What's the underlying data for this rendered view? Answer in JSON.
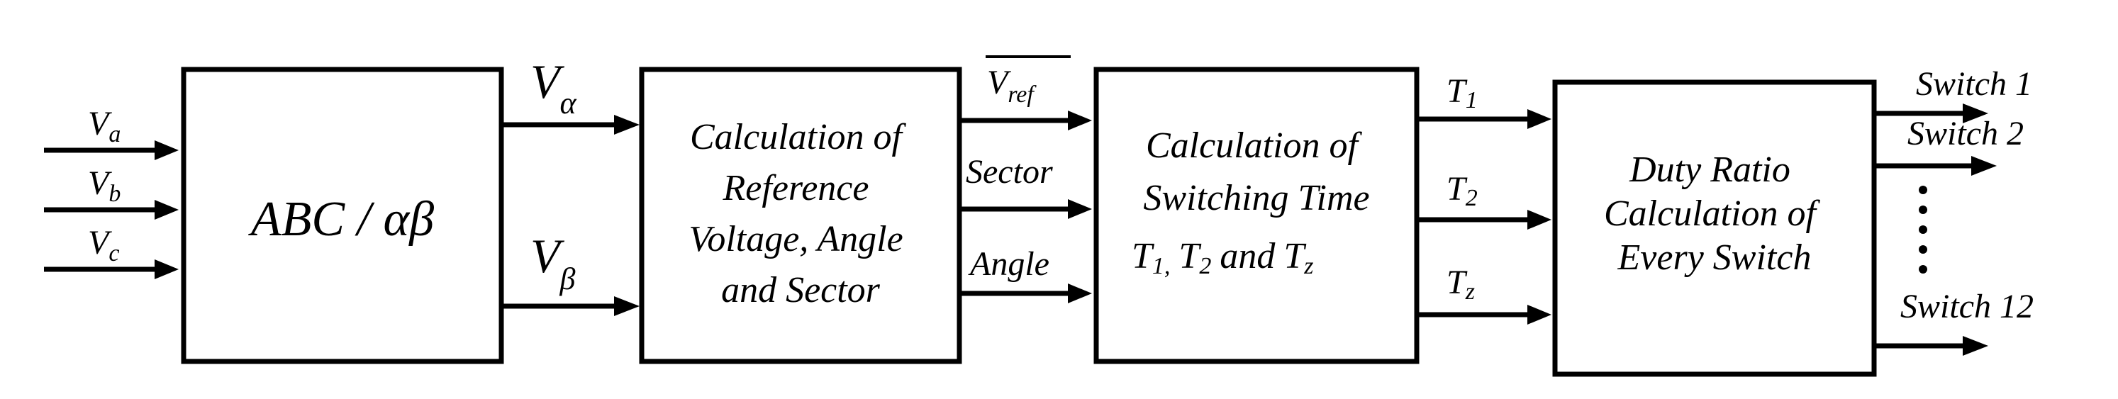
{
  "inputs": {
    "va": "V",
    "va_sub": "a",
    "vb": "V",
    "vb_sub": "b",
    "vc": "V",
    "vc_sub": "c"
  },
  "blocks": {
    "abc_transform": {
      "main": "ABC / ",
      "greek": "αβ"
    },
    "reference_calc": {
      "lines": [
        "Calculation of",
        "Reference",
        "Voltage, Angle",
        "and Sector"
      ]
    },
    "switching_time": {
      "line1": "Calculation of",
      "line2": "Switching Time",
      "line3": {
        "t1": "T",
        "t1_sub": "1,",
        "t2": "T",
        "t2_sub": "2",
        "and": "and",
        "tz": "T",
        "tz_sub": "z"
      }
    },
    "duty_ratio": {
      "lines": [
        "Duty Ratio",
        "Calculation of",
        "Every Switch"
      ]
    }
  },
  "signals": {
    "v_alpha": "V",
    "v_alpha_sub": "α",
    "v_beta": "V",
    "v_beta_sub": "β",
    "v_ref": "V",
    "v_ref_sub": "ref",
    "sector": "Sector",
    "angle": "Angle",
    "t1": "T",
    "t1_sub": "1",
    "t2": "T",
    "t2_sub": "2",
    "tz": "T",
    "tz_sub": "z"
  },
  "outputs": {
    "switch1": "Switch 1",
    "switch2": "Switch 2",
    "switch12": "Switch 12"
  }
}
